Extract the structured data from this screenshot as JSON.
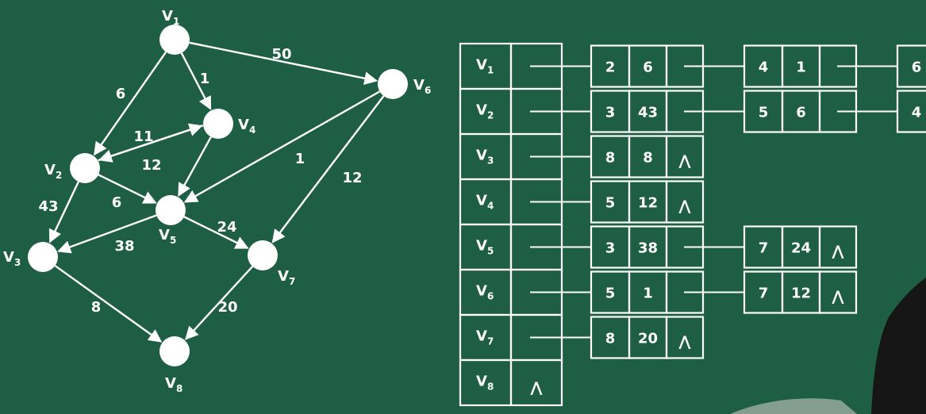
{
  "graph": {
    "vertices": [
      {
        "id": "V1",
        "letter": "V",
        "sub": "1"
      },
      {
        "id": "V2",
        "letter": "V",
        "sub": "2"
      },
      {
        "id": "V3",
        "letter": "V",
        "sub": "3"
      },
      {
        "id": "V4",
        "letter": "V",
        "sub": "4"
      },
      {
        "id": "V5",
        "letter": "V",
        "sub": "5"
      },
      {
        "id": "V6",
        "letter": "V",
        "sub": "6"
      },
      {
        "id": "V7",
        "letter": "V",
        "sub": "7"
      },
      {
        "id": "V8",
        "letter": "V",
        "sub": "8"
      }
    ],
    "edges": [
      {
        "from": "V1",
        "to": "V6",
        "weight": "50"
      },
      {
        "from": "V1",
        "to": "V4",
        "weight": "1"
      },
      {
        "from": "V1",
        "to": "V2",
        "weight": "6"
      },
      {
        "from": "V2",
        "to": "V4",
        "weight": "11"
      },
      {
        "from": "V4",
        "to": "V2",
        "weight": "12"
      },
      {
        "from": "V2",
        "to": "V5",
        "weight": "6"
      },
      {
        "from": "V2",
        "to": "V3",
        "weight": "43"
      },
      {
        "from": "V4",
        "to": "V5",
        "weight": ""
      },
      {
        "from": "V6",
        "to": "V5",
        "weight": "1"
      },
      {
        "from": "V6",
        "to": "V7",
        "weight": "12"
      },
      {
        "from": "V5",
        "to": "V3",
        "weight": "38"
      },
      {
        "from": "V5",
        "to": "V7",
        "weight": "24"
      },
      {
        "from": "V3",
        "to": "V8",
        "weight": "8"
      },
      {
        "from": "V7",
        "to": "V8",
        "weight": "20"
      }
    ]
  },
  "adjacency_list": {
    "null_symbol": "⋀",
    "rows": [
      {
        "letter": "V",
        "sub": "1",
        "nodes": [
          [
            "2",
            "6"
          ],
          [
            "4",
            "1"
          ],
          [
            "6",
            ""
          ]
        ]
      },
      {
        "letter": "V",
        "sub": "2",
        "nodes": [
          [
            "3",
            "43"
          ],
          [
            "5",
            "6"
          ],
          [
            "4",
            ""
          ]
        ]
      },
      {
        "letter": "V",
        "sub": "3",
        "nodes": [
          [
            "8",
            "8"
          ]
        ]
      },
      {
        "letter": "V",
        "sub": "4",
        "nodes": [
          [
            "5",
            "12"
          ]
        ]
      },
      {
        "letter": "V",
        "sub": "5",
        "nodes": [
          [
            "3",
            "38"
          ],
          [
            "7",
            "24"
          ]
        ]
      },
      {
        "letter": "V",
        "sub": "6",
        "nodes": [
          [
            "5",
            "1"
          ],
          [
            "7",
            "12"
          ]
        ]
      },
      {
        "letter": "V",
        "sub": "7",
        "nodes": [
          [
            "8",
            "20"
          ]
        ]
      },
      {
        "letter": "V",
        "sub": "8",
        "nodes": []
      }
    ]
  }
}
